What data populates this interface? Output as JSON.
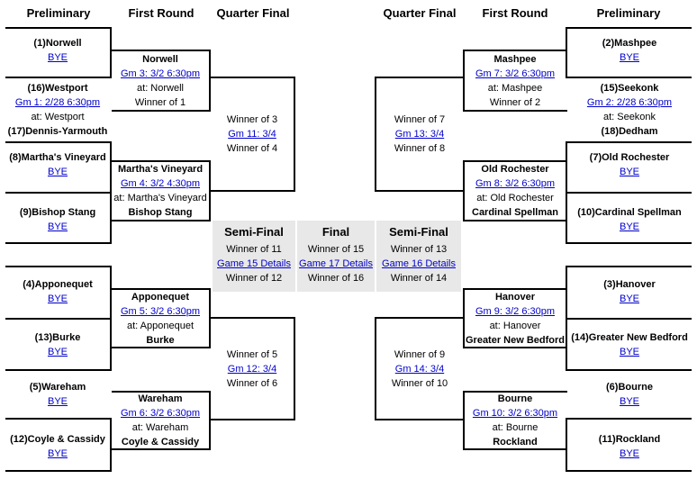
{
  "headers": {
    "prelim_left": "Preliminary",
    "first_left": "First Round",
    "qf_left": "Quarter Final",
    "qf_right": "Quarter Final",
    "first_right": "First Round",
    "prelim_right": "Preliminary"
  },
  "prelim": {
    "norwell": {
      "team": "(1)Norwell",
      "link": "BYE"
    },
    "westport": {
      "team": "(16)Westport",
      "link": "Gm 1: 2/28 6:30pm",
      "venue": "at: Westport",
      "team2": "(17)Dennis-Yarmouth"
    },
    "mv": {
      "team": "(8)Martha's Vineyard",
      "link": "BYE"
    },
    "stang": {
      "team": "(9)Bishop Stang",
      "link": "BYE"
    },
    "apponequet": {
      "team": "(4)Apponequet",
      "link": "BYE"
    },
    "burke": {
      "team": "(13)Burke",
      "link": "BYE"
    },
    "wareham": {
      "team": "(5)Wareham",
      "link": "BYE"
    },
    "coyle": {
      "team": "(12)Coyle & Cassidy",
      "link": "BYE"
    },
    "mashpee": {
      "team": "(2)Mashpee",
      "link": "BYE"
    },
    "seekonk": {
      "team": "(15)Seekonk",
      "link": "Gm 2: 2/28 6:30pm",
      "venue": "at: Seekonk",
      "team2": "(18)Dedham"
    },
    "oldroch": {
      "team": "(7)Old Rochester",
      "link": "BYE"
    },
    "spellman": {
      "team": "(10)Cardinal Spellman",
      "link": "BYE"
    },
    "hanover": {
      "team": "(3)Hanover",
      "link": "BYE"
    },
    "gnb": {
      "team": "(14)Greater New Bedford",
      "link": "BYE"
    },
    "bourne": {
      "team": "(6)Bourne",
      "link": "BYE"
    },
    "rockland": {
      "team": "(11)Rockland",
      "link": "BYE"
    }
  },
  "first": {
    "g3": {
      "team": "Norwell",
      "link": "Gm 3: 3/2 6:30pm",
      "venue": "at: Norwell",
      "team2": "Winner of 1"
    },
    "g4": {
      "team": "Martha's Vineyard",
      "link": "Gm 4: 3/2 4:30pm",
      "venue": "at: Martha's Vineyard",
      "team2": "Bishop Stang"
    },
    "g5": {
      "team": "Apponequet",
      "link": "Gm 5: 3/2 6:30pm",
      "venue": "at: Apponequet",
      "team2": "Burke"
    },
    "g6": {
      "team": "Wareham",
      "link": "Gm 6: 3/2 6:30pm",
      "venue": "at: Wareham",
      "team2": "Coyle & Cassidy"
    },
    "g7": {
      "team": "Mashpee",
      "link": "Gm 7: 3/2 6:30pm",
      "venue": "at: Mashpee",
      "team2": "Winner of 2"
    },
    "g8": {
      "team": "Old Rochester",
      "link": "Gm 8: 3/2 6:30pm",
      "venue": "at: Old Rochester",
      "team2": "Cardinal Spellman"
    },
    "g9": {
      "team": "Hanover",
      "link": "Gm 9: 3/2 6:30pm",
      "venue": "at: Hanover",
      "team2": "Greater New Bedford"
    },
    "g10": {
      "team": "Bourne",
      "link": "Gm 10: 3/2 6:30pm",
      "venue": "at: Bourne",
      "team2": "Rockland"
    }
  },
  "qf": {
    "g11": {
      "line1": "Winner of 3",
      "link": "Gm 11: 3/4",
      "line2": "Winner of 4"
    },
    "g12": {
      "line1": "Winner of 5",
      "link": "Gm 12: 3/4",
      "line2": "Winner of 6"
    },
    "g13": {
      "line1": "Winner of 7",
      "link": "Gm 13: 3/4",
      "line2": "Winner of 8"
    },
    "g14": {
      "line1": "Winner of 9",
      "link": "Gm 14: 3/4",
      "line2": "Winner of 10"
    }
  },
  "center": {
    "semi_left": {
      "title": "Semi-Final",
      "line1": "Winner of 11",
      "link": "Game 15 Details",
      "line2": "Winner of 12"
    },
    "final": {
      "title": "Final",
      "line1": "Winner of 15",
      "link": "Game 17 Details",
      "line2": "Winner of 16"
    },
    "semi_right": {
      "title": "Semi-Final",
      "line1": "Winner of 13",
      "link": "Game 16 Details",
      "line2": "Winner of 14"
    }
  }
}
